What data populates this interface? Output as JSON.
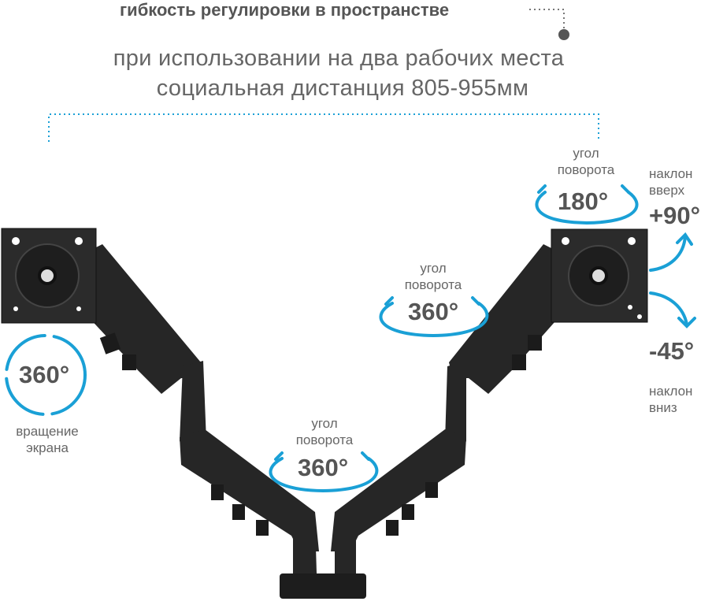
{
  "header": {
    "title": "гибкость регулировки в пространстве",
    "subtitle_line1": "при использовании на два рабочих места",
    "subtitle_line2": "социальная дистанция 805-955мм"
  },
  "annotations": {
    "left_rotation": {
      "value": "360°",
      "label_line1": "вращение",
      "label_line2": "экрана"
    },
    "center_top_rotation": {
      "value": "360°",
      "label_line1": "угол",
      "label_line2": "поворота"
    },
    "center_bottom_rotation": {
      "value": "360°",
      "label_line1": "угол",
      "label_line2": "поворота"
    },
    "right_swivel": {
      "value": "180°",
      "label_line1": "угол",
      "label_line2": "поворота"
    },
    "tilt_up": {
      "value": "+90°",
      "label_line1": "наклон",
      "label_line2": "вверх"
    },
    "tilt_down": {
      "value": "-45°",
      "label_line1": "наклон",
      "label_line2": "вниз"
    }
  },
  "colors": {
    "accent": "#1aa0d6",
    "text": "#5a5a5a",
    "product": "#222222"
  }
}
